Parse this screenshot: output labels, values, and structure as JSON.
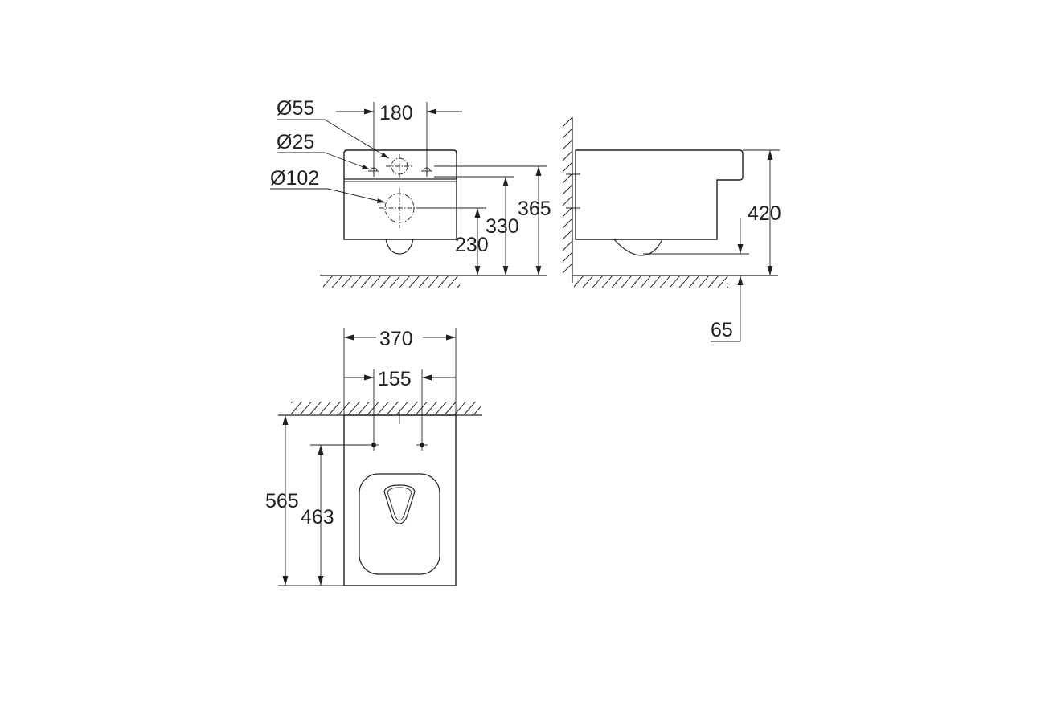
{
  "front_view": {
    "dia_supply": "Ø55",
    "dia_mount": "Ø25",
    "dia_outlet": "Ø102",
    "width_mounting": "180",
    "height_mount_holes": "365",
    "height_supply": "330",
    "height_outlet": "230"
  },
  "side_view": {
    "height_top": "420",
    "height_bottom": "65"
  },
  "top_view": {
    "width_total": "370",
    "width_holes": "155",
    "length_total": "565",
    "length_holes": "463"
  },
  "colors": {
    "line": "#231f20",
    "background": "#ffffff"
  }
}
